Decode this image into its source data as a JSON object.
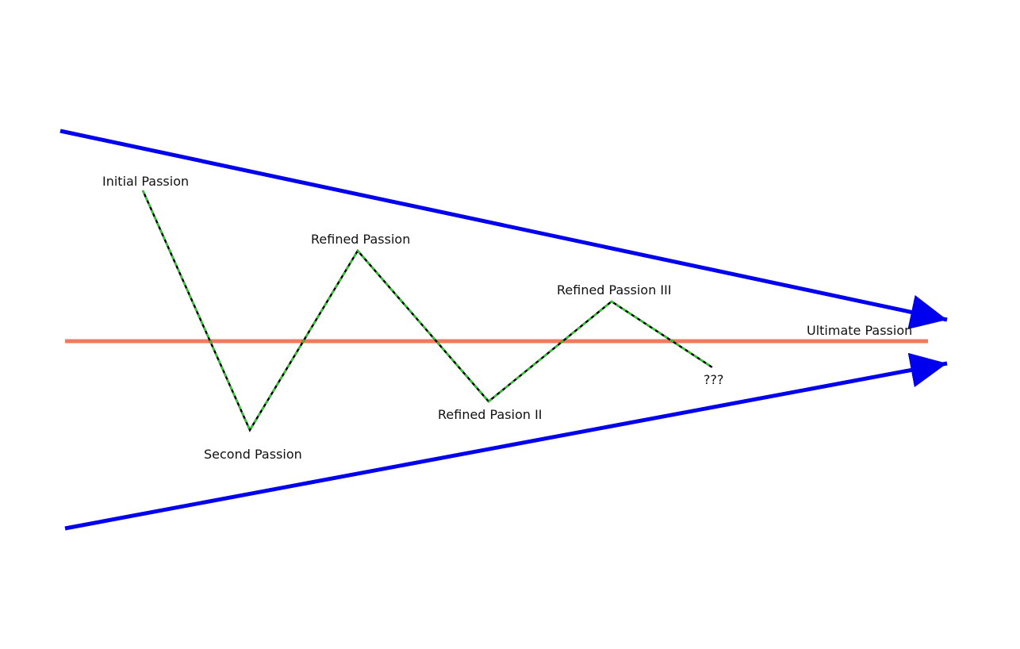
{
  "labels": {
    "initial": "Initial Passion",
    "second": "Second Passion",
    "refined": "Refined Passion",
    "refined_2": "Refined Pasion II",
    "refined_3": "Refined Passion III",
    "unknown": "???",
    "ultimate": "Ultimate Passion"
  },
  "colors": {
    "convergence_arrows": "#0000ee",
    "ultimate_line": "#f07a5f",
    "path_solid": "#000000",
    "path_dash": "#22dd22"
  },
  "styles": {
    "path": "dashed zigzag (black with green dashes)",
    "arrows": "solid blue, converging to the right"
  }
}
